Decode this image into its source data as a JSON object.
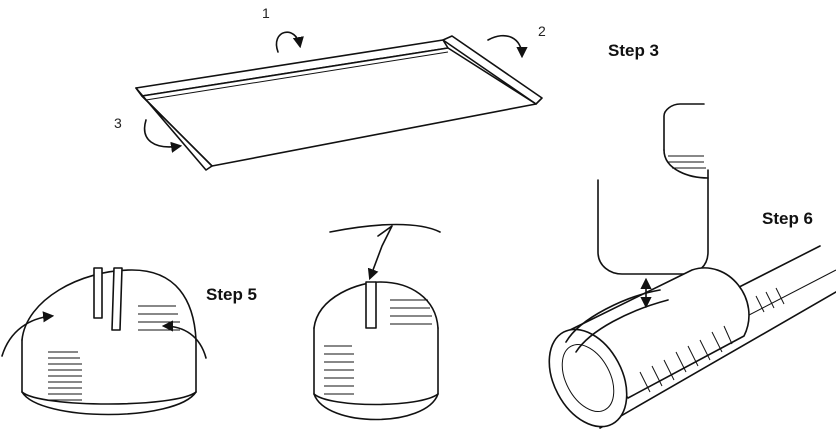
{
  "steps": {
    "step3": "Step 3",
    "step5": "Step 5",
    "step6": "Step 6"
  },
  "fold_numbers": {
    "fold1": "1",
    "fold2": "2",
    "fold3": "3"
  }
}
